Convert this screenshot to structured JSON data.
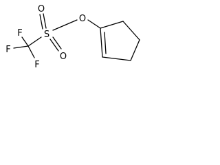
{
  "molecule": {
    "atoms": {
      "f1": "F",
      "f2": "F",
      "f3": "F",
      "s": "S",
      "o1": "O",
      "o2": "O",
      "o3": "O"
    }
  },
  "colors": {
    "bond": "#000000",
    "label": "#000000",
    "background": "#ffffff"
  }
}
